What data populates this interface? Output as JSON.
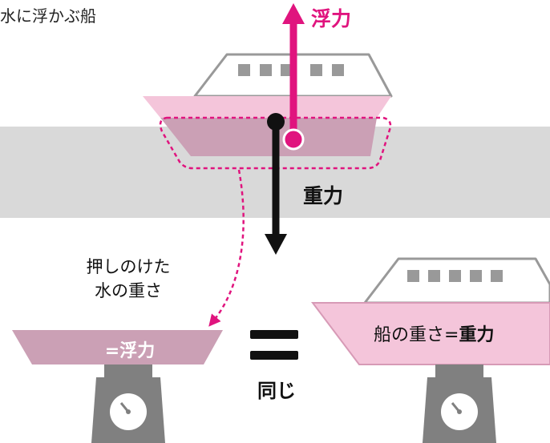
{
  "title": "水に浮かぶ船",
  "buoyancy_label": "浮力",
  "gravity_label": "重力",
  "displaced_water": {
    "line1": "押しのけた",
    "line2": "水の重さ"
  },
  "equals_buoyancy": "=浮力",
  "same_label": "同じ",
  "ship_weight": {
    "prefix": "船の重さ=",
    "strong": "重力"
  },
  "colors": {
    "magenta": "#e0147e",
    "hull_pink": "#f4c5da",
    "hull_submerged": "#cba0b5",
    "water_gray": "#d9d9d9",
    "cabin_fill": "#ffffff",
    "cabin_stroke": "#999999",
    "scale_gray": "#808080",
    "black": "#111111"
  },
  "icons": [
    "ship-icon",
    "scale-icon",
    "arrow-up-icon",
    "arrow-down-icon",
    "equals-icon"
  ]
}
